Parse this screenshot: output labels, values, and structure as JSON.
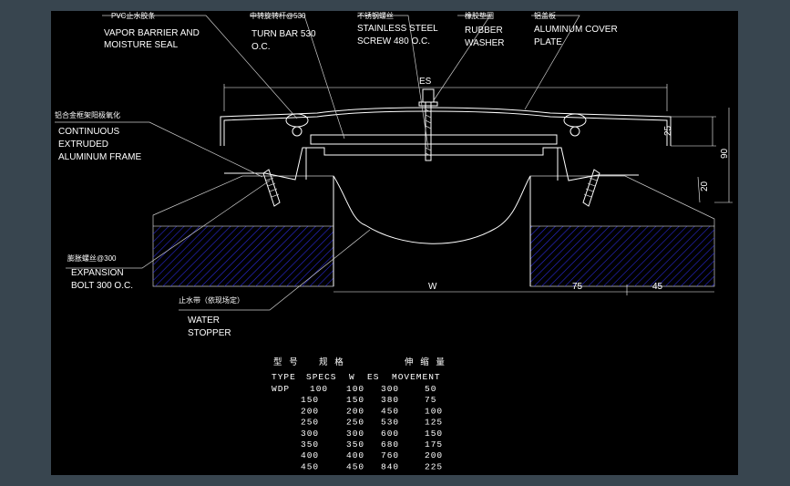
{
  "labels": {
    "pvc_cn": "PVC止水胶条",
    "pvc_en1": "VAPOR BARRIER AND",
    "pvc_en2": "MOISTURE SEAL",
    "turnbar_cn": "中转旋转杆@530",
    "turnbar_en1": "TURN BAR 530",
    "turnbar_en2": "O.C.",
    "screw_cn": "不锈钢螺丝",
    "screw_en1": "STAINLESS STEEL",
    "screw_en2": "SCREW 480 O.C.",
    "washer_cn": "橡胶垫圈",
    "washer_en1": "RUBBER",
    "washer_en2": "WASHER",
    "cover_cn": "铝盖板",
    "cover_en1": "ALUMINUM COVER",
    "cover_en2": "PLATE",
    "frame_cn": "铝合金框架阳极氧化",
    "frame_en1": "CONTINUOUS",
    "frame_en2": "EXTRUDED",
    "frame_en3": "ALUMINUM FRAME",
    "bolt_cn": "膨胀螺丝@300",
    "bolt_en1": "EXPANSION",
    "bolt_en2": "BOLT 300 O.C.",
    "stopper_cn": "止水带（依现场定）",
    "stopper_en1": "WATER",
    "stopper_en2": "STOPPER"
  },
  "dimensions": {
    "es": "ES",
    "w": "W",
    "d75": "75",
    "d45": "45",
    "d25": "25",
    "d90": "90",
    "d20": "20"
  },
  "table": {
    "header_cn": [
      "型 号",
      "规 格",
      "伸 缩 量"
    ],
    "header_en": [
      "TYPE",
      "SPECS",
      "W",
      "ES",
      "MOVEMENT"
    ],
    "type_name": "WDP",
    "rows": [
      [
        "100",
        "100",
        "300",
        "50"
      ],
      [
        "150",
        "150",
        "380",
        "75"
      ],
      [
        "200",
        "200",
        "450",
        "100"
      ],
      [
        "250",
        "250",
        "530",
        "125"
      ],
      [
        "300",
        "300",
        "600",
        "150"
      ],
      [
        "350",
        "350",
        "680",
        "175"
      ],
      [
        "400",
        "400",
        "760",
        "200"
      ],
      [
        "450",
        "450",
        "840",
        "225"
      ]
    ]
  },
  "colors": {
    "background": "#38454f",
    "canvas": "#000000",
    "lines": "#ffffff",
    "concrete_hatch": "#2a2ad8"
  }
}
